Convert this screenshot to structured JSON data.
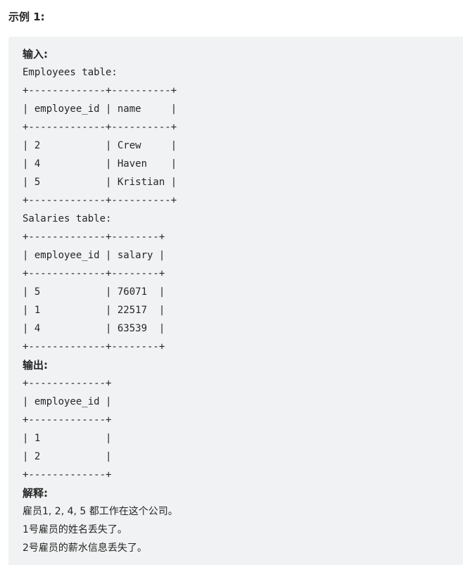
{
  "heading": "示例 1:",
  "input_label": "输入:",
  "employees_title": "Employees table:",
  "employees_table": [
    "+-------------+----------+",
    "| employee_id | name     |",
    "+-------------+----------+",
    "| 2           | Crew     |",
    "| 4           | Haven    |",
    "| 5           | Kristian |",
    "+-------------+----------+"
  ],
  "salaries_title": "Salaries table:",
  "salaries_table": [
    "+-------------+--------+",
    "| employee_id | salary |",
    "+-------------+--------+",
    "| 5           | 76071  |",
    "| 1           | 22517  |",
    "| 4           | 63539  |",
    "+-------------+--------+"
  ],
  "output_label": "输出:",
  "output_table": [
    "+-------------+",
    "| employee_id |",
    "+-------------+",
    "| 1           |",
    "| 2           |",
    "+-------------+"
  ],
  "explanation_label": "解释:",
  "explanation_lines": [
    "雇员1, 2, 4, 5 都工作在这个公司。",
    "1号雇员的姓名丢失了。",
    "2号雇员的薪水信息丢失了。"
  ]
}
